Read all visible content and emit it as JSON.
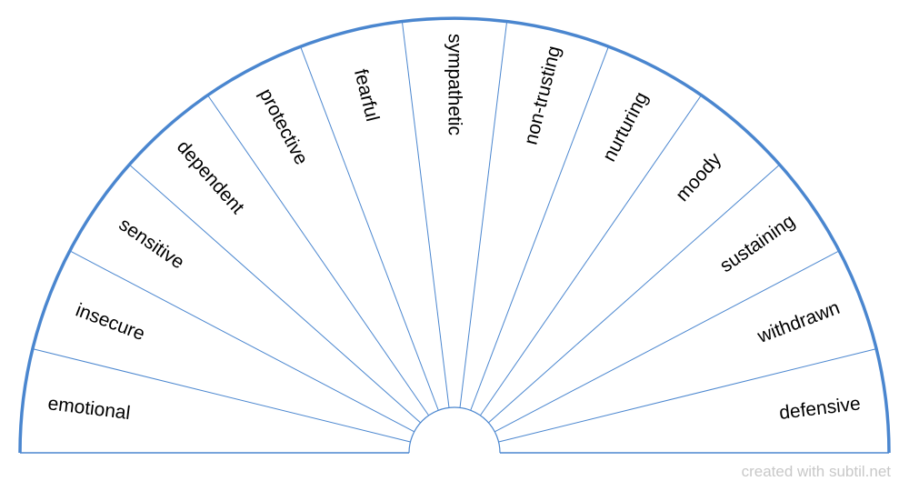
{
  "colors": {
    "outline": "#4a86cf",
    "spoke": "#4a86cf",
    "background": "#ffffff",
    "label": "#000000",
    "credit": "#c8c8c8"
  },
  "sectors": [
    "emotional",
    "insecure",
    "sensitive",
    "dependent",
    "protective",
    "fearful",
    "sympathetic",
    "non-trusting",
    "nurturing",
    "moody",
    "sustaining",
    "withdrawn",
    "defensive"
  ],
  "credit": "created with subtil.net"
}
